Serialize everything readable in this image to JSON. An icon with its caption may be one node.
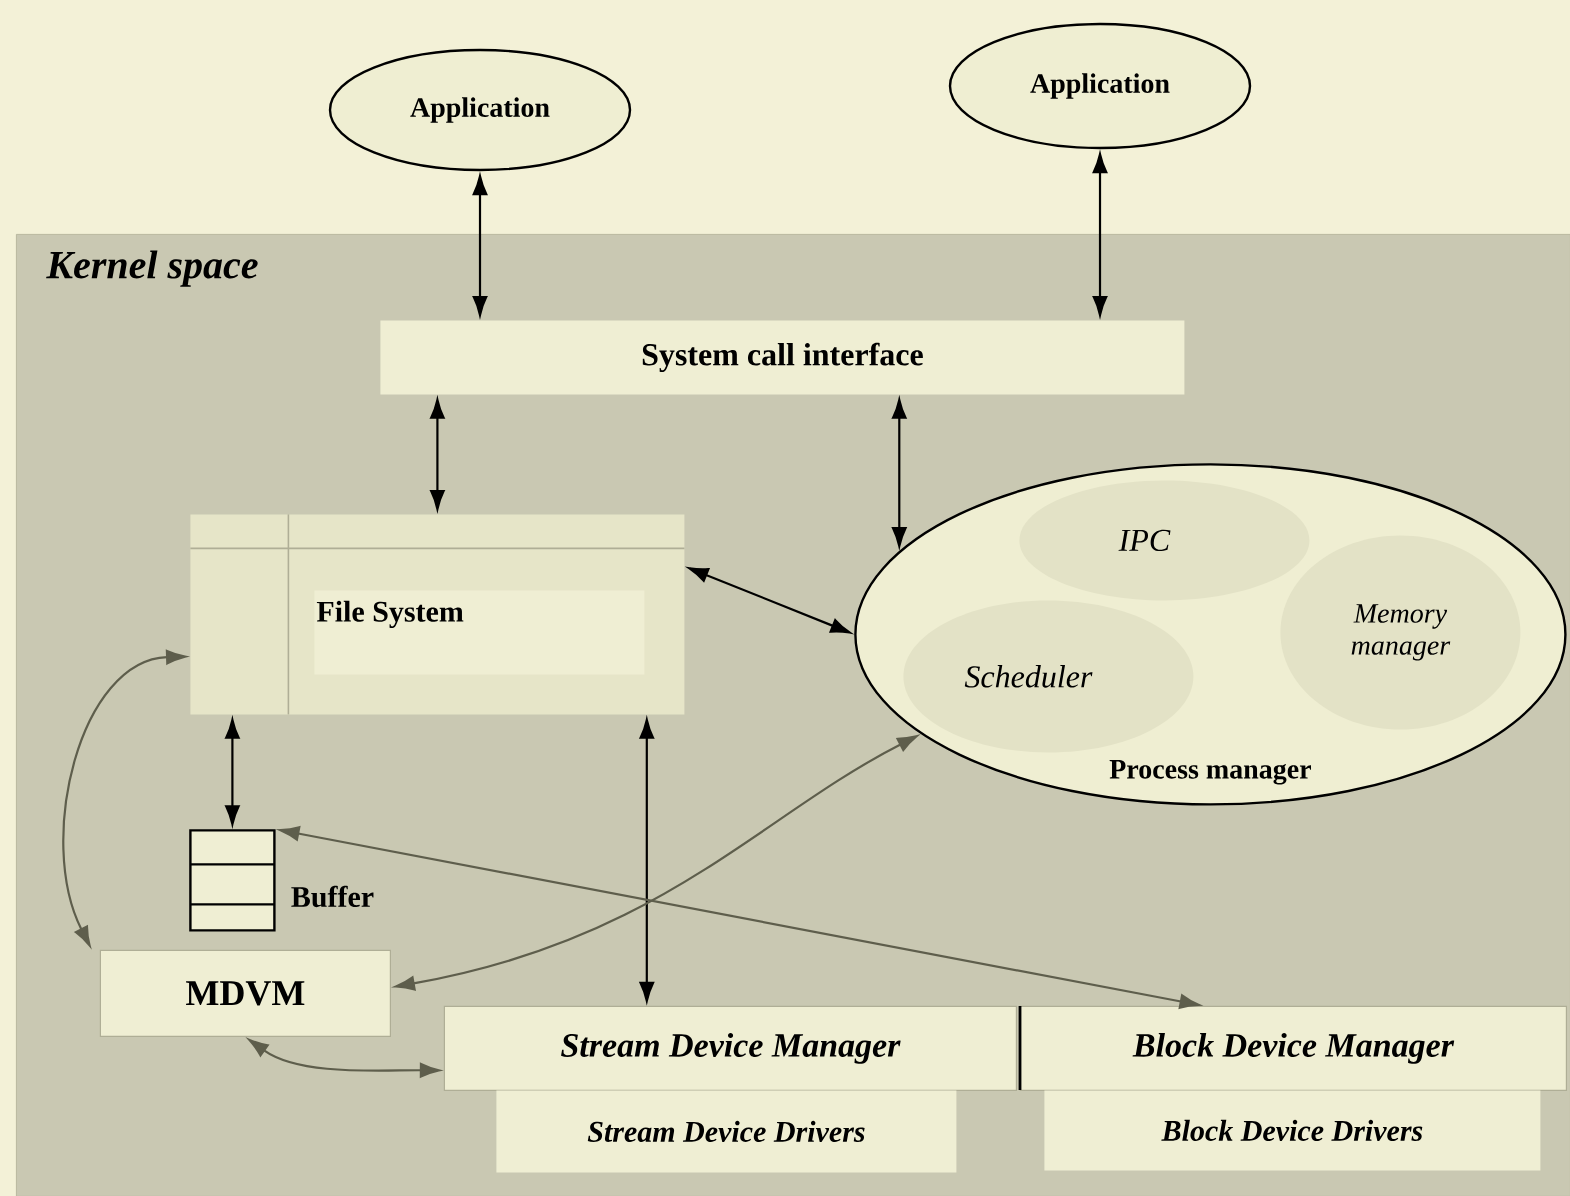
{
  "diagram": {
    "nodes": [
      {
        "text": [
          "Application"
        ]
      },
      {
        "text": [
          "Application"
        ]
      },
      {
        "text": [
          "Kernel space"
        ]
      },
      {
        "text": [
          "System call interface"
        ],
        "in": 2
      },
      {
        "text": [
          "File System"
        ],
        "in": 2
      },
      {
        "text": [
          "Process manager"
        ],
        "in": 2
      },
      {
        "text": [
          "IPC"
        ],
        "in": 5
      },
      {
        "text": [
          "Memory manager"
        ],
        "in": 5
      },
      {
        "text": [
          "Scheduler"
        ],
        "in": 5
      },
      {
        "text": [],
        "shape": "box",
        "beside": [
          "Buffer"
        ],
        "in": 2
      },
      {
        "text": [
          "MDVM"
        ],
        "in": 2
      },
      {
        "text": [
          "Stream Device Manager"
        ],
        "in": 2
      },
      {
        "text": [
          "Stream Device Drivers"
        ],
        "in": 2
      },
      {
        "text": [
          "Block Device Manager"
        ],
        "in": 2
      },
      {
        "text": [
          "Block Device Drivers"
        ],
        "in": 2
      }
    ],
    "edges": [
      {
        "from": 0,
        "to": 3,
        "arrow": "both"
      },
      {
        "from": 1,
        "to": 3,
        "arrow": "both"
      },
      {
        "from": 3,
        "to": 4,
        "arrow": "both"
      },
      {
        "from": 3,
        "to": 5,
        "arrow": "both"
      },
      {
        "from": 4,
        "to": 5,
        "arrow": "both"
      },
      {
        "from": 4,
        "to": 9,
        "arrow": "both"
      },
      {
        "from": 4,
        "to": 11,
        "arrow": "both"
      },
      {
        "from": 10,
        "to": 4,
        "arrow": "both",
        "color": "#5e5e4c"
      },
      {
        "from": 10,
        "to": 5,
        "arrow": "both",
        "color": "#5e5e4c"
      },
      {
        "from": 10,
        "to": 11,
        "arrow": "both",
        "color": "#5e5e4c"
      },
      {
        "from": 9,
        "to": 13,
        "arrow": "both",
        "color": "#5e5e4c"
      }
    ]
  }
}
